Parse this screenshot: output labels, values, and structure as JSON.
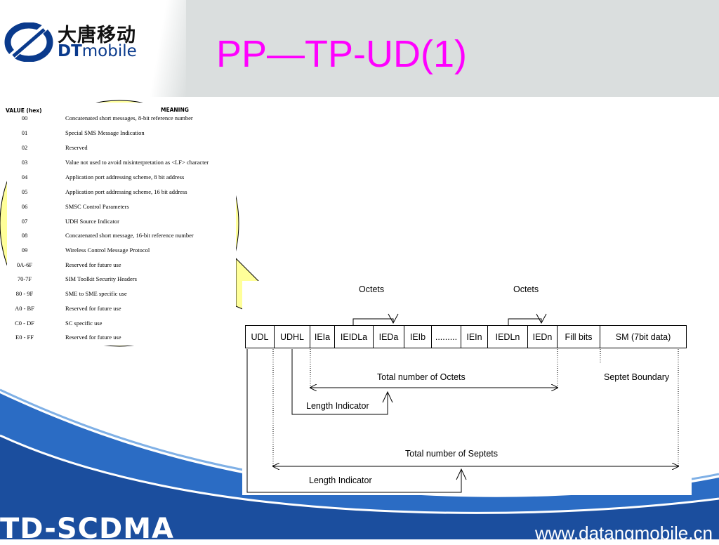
{
  "header": {
    "title": "PP—TP-UD(1)",
    "logo_cn": "大唐移动",
    "logo_en_dt": "DT",
    "logo_en_rest": "mobile"
  },
  "footer": {
    "brand": "TD-SCDMA",
    "website": "www.datangmobile.cn"
  },
  "colors": {
    "title": "#ff00ff",
    "header_bg": "#dadede",
    "callout": "#ffff99",
    "footer_blue": "#1b4e9e"
  },
  "iei_table": {
    "col_value": "VALUE (hex)",
    "col_meaning": "MEANING",
    "rows": [
      {
        "value": "00",
        "meaning": "Concatenated short messages, 8-bit reference number"
      },
      {
        "value": "01",
        "meaning": "Special SMS Message Indication"
      },
      {
        "value": "02",
        "meaning": "Reserved"
      },
      {
        "value": "03",
        "meaning": "Value not used to avoid misinterpretation as <LF> character"
      },
      {
        "value": "04",
        "meaning": "Application port addressing scheme, 8 bit address"
      },
      {
        "value": "05",
        "meaning": "Application port addressing scheme, 16 bit address"
      },
      {
        "value": "06",
        "meaning": "SMSC Control Parameters"
      },
      {
        "value": "07",
        "meaning": "UDH Source Indicator"
      },
      {
        "value": "08",
        "meaning": "Concatenated short message, 16-bit reference number"
      },
      {
        "value": "09",
        "meaning": "Wireless Control Message Protocol"
      },
      {
        "value": "0A-6F",
        "meaning": "Reserved for future use"
      },
      {
        "value": "70-7F",
        "meaning": "SIM Toolkit Security Headers"
      },
      {
        "value": "80 - 9F",
        "meaning": "SME to SME specific use"
      },
      {
        "value": "A0 - BF",
        "meaning": "Reserved for future use"
      },
      {
        "value": "C0 - DF",
        "meaning": "SC specific use"
      },
      {
        "value": "E0 - FF",
        "meaning": "Reserved for future use"
      }
    ]
  },
  "diagram": {
    "fields": [
      "UDL",
      "UDHL",
      "IEIa",
      "IEIDLa",
      "IEDa",
      "IEIb",
      ".........",
      "IEIn",
      "IEDLn",
      "IEDn",
      "Fill bits",
      "SM (7bit data)"
    ],
    "octets_label": "Octets",
    "total_octets": "Total number of Octets",
    "length_indicator": "Length Indicator",
    "septet_boundary": "Septet Boundary",
    "total_septets": "Total number of Septets"
  }
}
